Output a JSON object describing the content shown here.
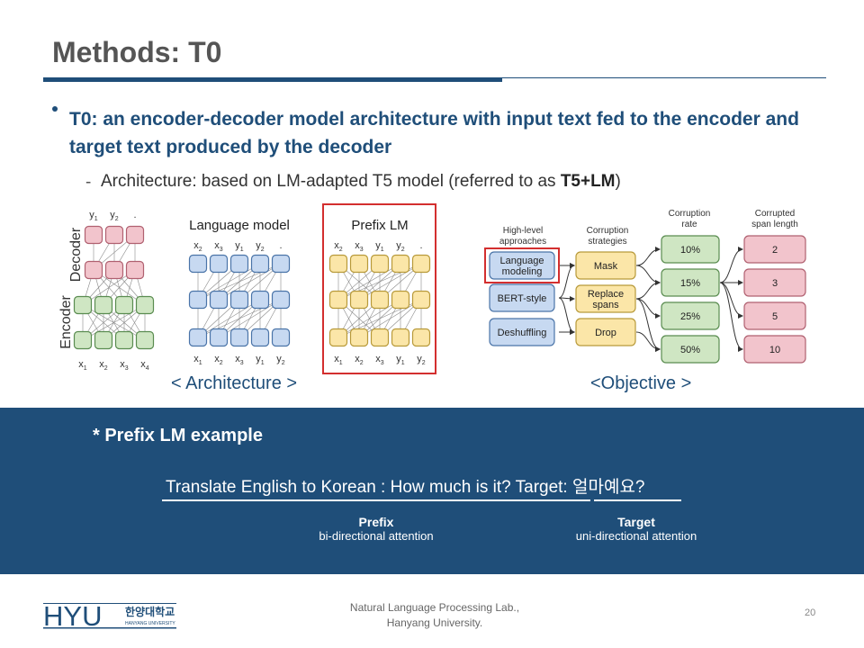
{
  "slide": {
    "title": "Methods: T0",
    "bullet": "T0: an encoder-decoder model architecture with input text fed to the encoder and target text produced by the decoder",
    "sub_dash": "-",
    "sub_prefix": "Architecture: based on LM-adapted T5 model (referred to as ",
    "sub_bold": "T5+LM",
    "sub_suffix": ")"
  },
  "architecture": {
    "caption": "< Architecture >",
    "encdec": {
      "decoder_label": "Decoder",
      "encoder_label": "Encoder",
      "top_tokens": [
        "y1",
        "y2",
        "."
      ],
      "bottom_tokens": [
        "x1",
        "x2",
        "x3",
        "x4"
      ]
    },
    "lm": {
      "title": "Language model",
      "top_tokens": [
        "x2",
        "x3",
        "y1",
        "y2",
        "."
      ],
      "bottom_tokens": [
        "x1",
        "x2",
        "x3",
        "y1",
        "y2"
      ]
    },
    "prefix_lm": {
      "title": "Prefix LM",
      "top_tokens": [
        "x2",
        "x3",
        "y1",
        "y2",
        "."
      ],
      "bottom_tokens": [
        "x1",
        "x2",
        "x3",
        "y1",
        "y2"
      ]
    }
  },
  "objective": {
    "caption": "<Objective >",
    "headers": {
      "high_level_1": "High-level",
      "high_level_2": "approaches",
      "corruption_1": "Corruption",
      "corruption_2": "strategies",
      "rate_1": "Corruption",
      "rate_2": "rate",
      "span_1": "Corrupted",
      "span_2": "span length"
    },
    "approaches": [
      "Language modeling",
      "BERT-style",
      "Deshuffling"
    ],
    "strategies": [
      "Mask",
      "Replace spans",
      "Drop"
    ],
    "rates": [
      "10%",
      "15%",
      "25%",
      "50%"
    ],
    "span_lengths": [
      "2",
      "3",
      "5",
      "10"
    ]
  },
  "example": {
    "title": "* Prefix LM example",
    "prefix_text": "Translate English to Korean :  How much is it? Target: ",
    "target_text": "얼마예요?",
    "prefix_label": "Prefix",
    "prefix_desc": "bi-directional attention",
    "target_label": "Target",
    "target_desc": "uni-directional attention"
  },
  "footer": {
    "logo_text": "HYU",
    "logo_korean": "한양대학교",
    "logo_english": "HANYANG UNIVERSITY",
    "lab_line1": "Natural Language Processing Lab.,",
    "lab_line2": "Hanyang University.",
    "page": "20"
  },
  "colors": {
    "brand_blue": "#1f4e79",
    "decoder_pink": "#f2c4cc",
    "encoder_green": "#cfe6c3",
    "lm_blue": "#c7d9f1",
    "prefix_yellow": "#fbe6a8",
    "highlight_red": "#d32f2f"
  }
}
